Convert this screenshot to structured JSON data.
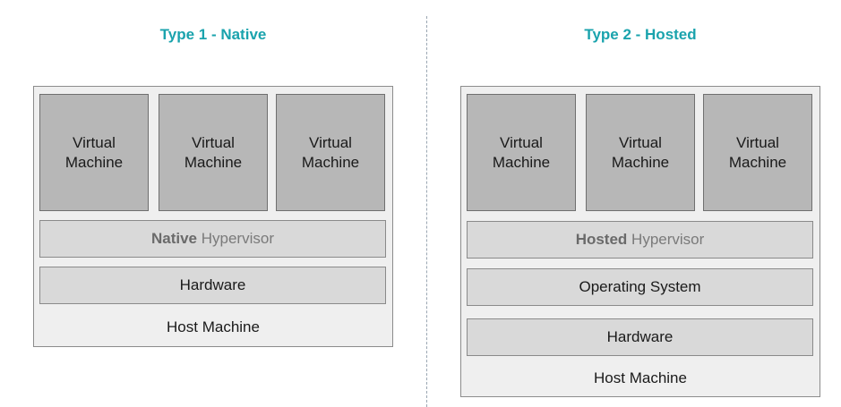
{
  "colors": {
    "title": "#1aa3ad",
    "vm_fill": "#b7b7b7",
    "layer_fill": "#d9d9d9",
    "host_fill": "#efefef"
  },
  "type1": {
    "title": "Type 1 - Native",
    "vms": [
      {
        "line1": "Virtual",
        "line2": "Machine"
      },
      {
        "line1": "Virtual",
        "line2": "Machine"
      },
      {
        "line1": "Virtual",
        "line2": "Machine"
      }
    ],
    "hypervisor_bold": "Native",
    "hypervisor_rest": "Hypervisor",
    "hardware": "Hardware",
    "host": "Host Machine"
  },
  "type2": {
    "title": "Type 2 - Hosted",
    "vms": [
      {
        "line1": "Virtual",
        "line2": "Machine"
      },
      {
        "line1": "Virtual",
        "line2": "Machine"
      },
      {
        "line1": "Virtual",
        "line2": "Machine"
      }
    ],
    "hypervisor_bold": "Hosted",
    "hypervisor_rest": "Hypervisor",
    "os": "Operating System",
    "hardware": "Hardware",
    "host": "Host Machine"
  }
}
